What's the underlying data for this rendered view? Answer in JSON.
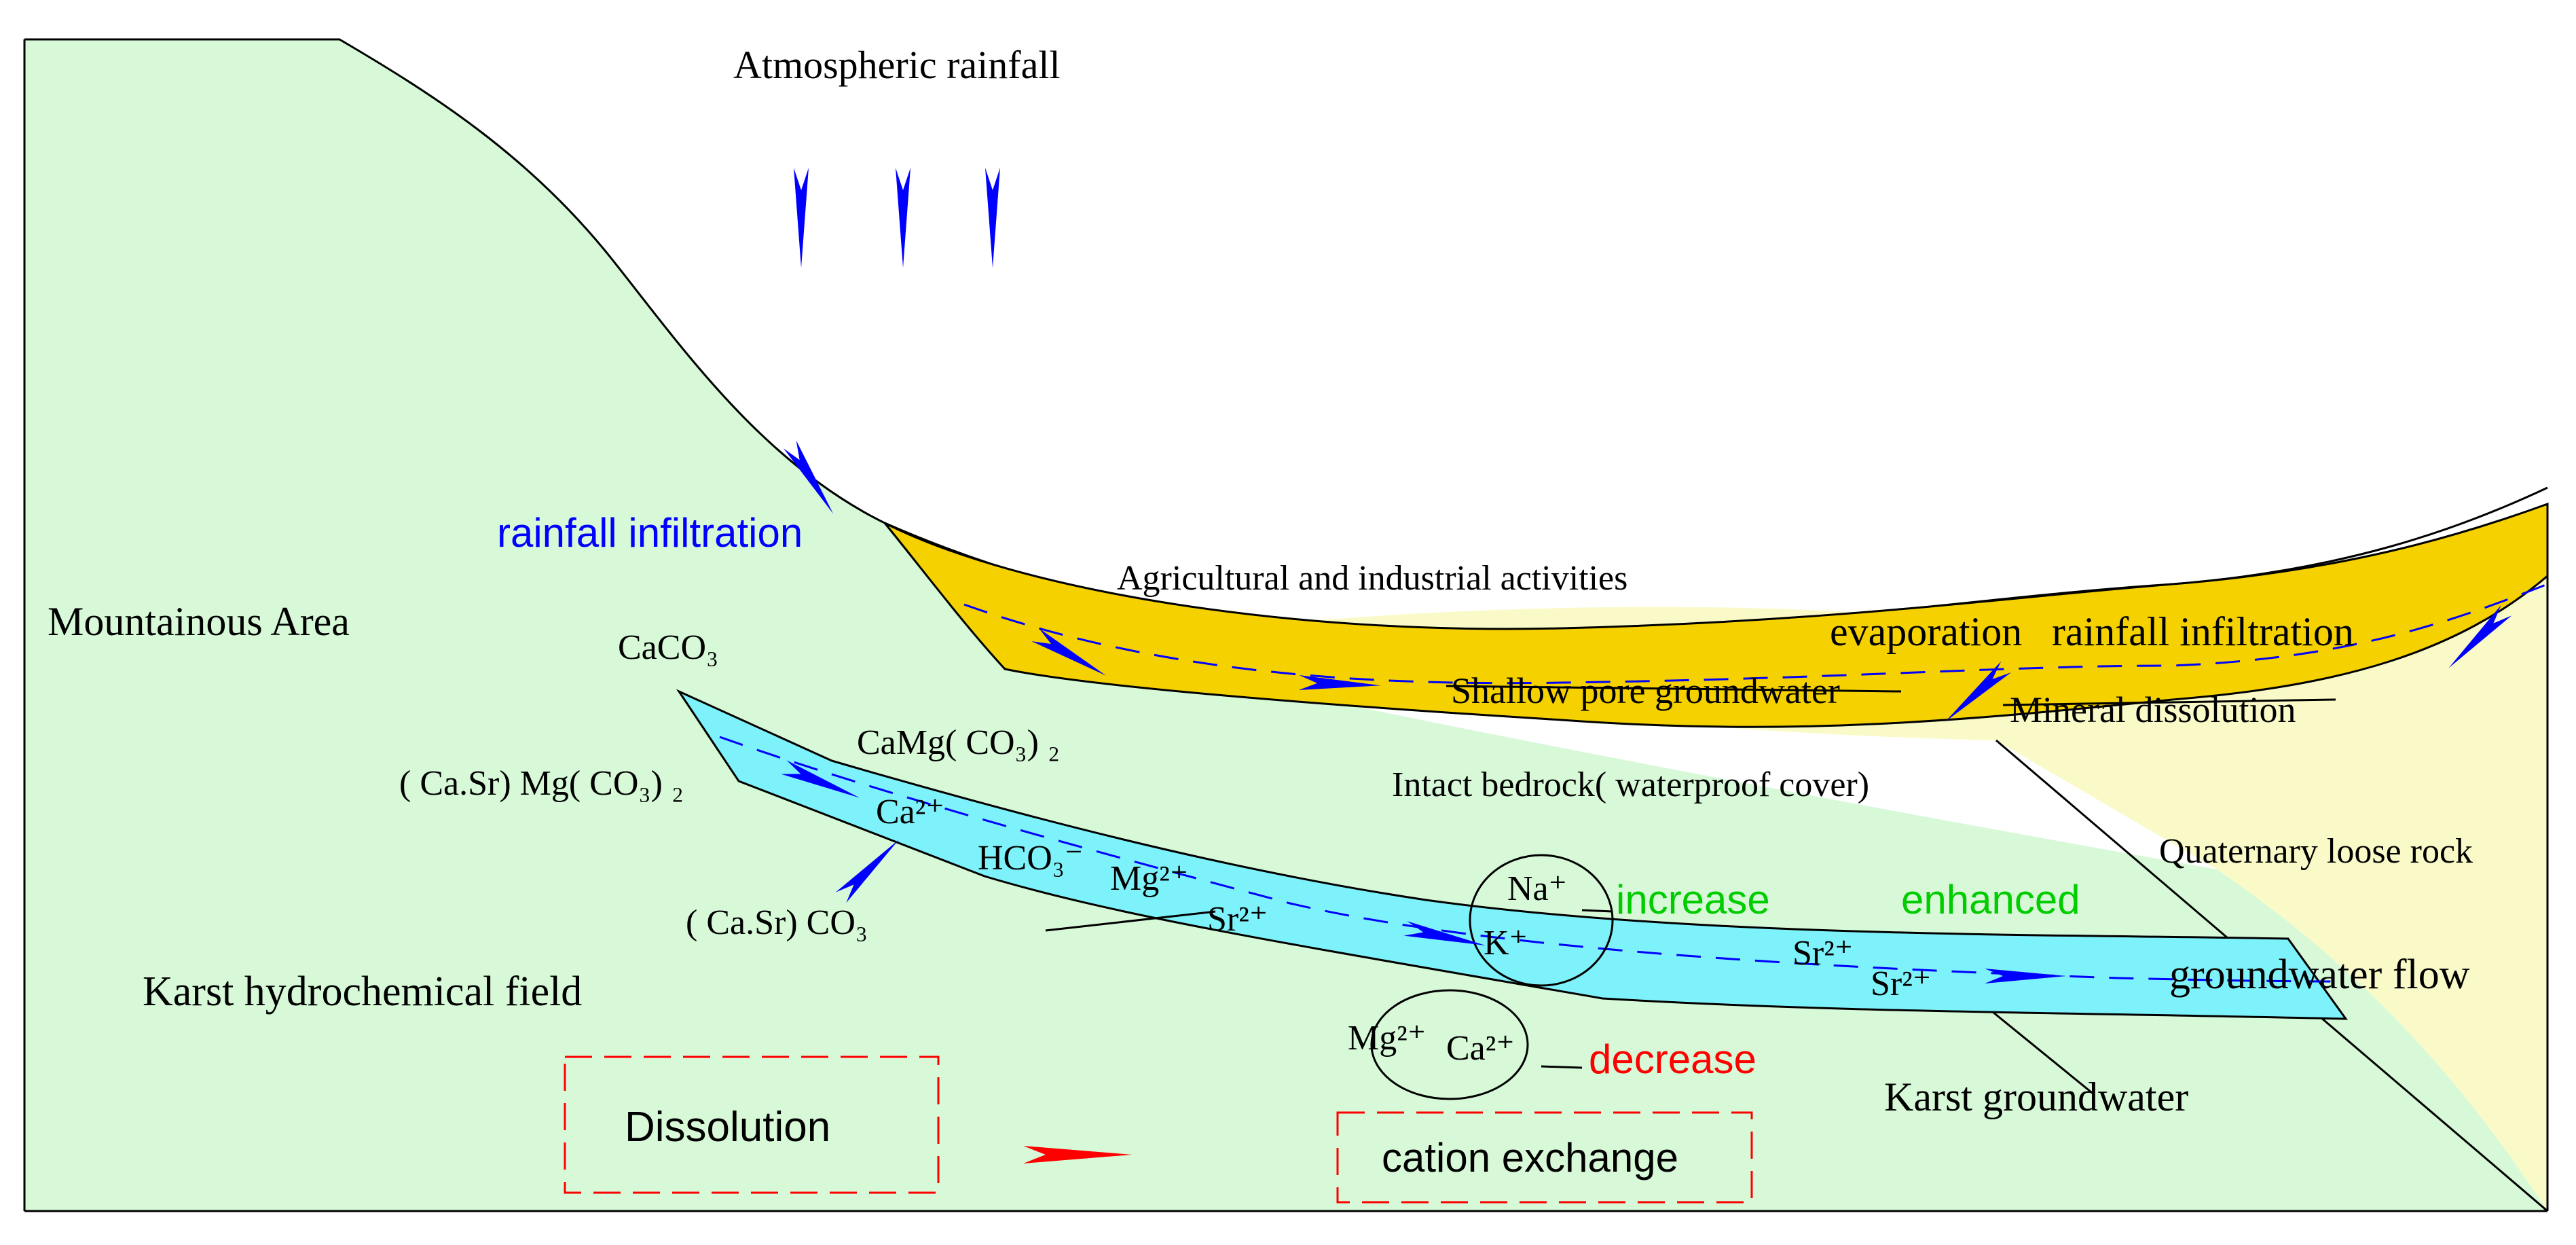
{
  "colors": {
    "mountain": "#d7f9d8",
    "quaternary": "#fafac8",
    "shallow_aquifer": "#f5d100",
    "karst_aquifer": "#7ef2fa",
    "arrow_blue": "#0000ff",
    "arrow_red": "#ff0000",
    "label_blue": "#0000ff",
    "label_green": "#00cc00",
    "label_red": "#ff0000",
    "outline": "#000000"
  },
  "labels": {
    "atmospheric_rainfall": "Atmospheric rainfall",
    "rainfall_infiltration_left": "rainfall infiltration",
    "mountainous_area": "Mountainous Area",
    "agri_industrial": "Agricultural and industrial activities",
    "evaporation": "evaporation",
    "rainfall_infiltration_right": "rainfall infiltration",
    "shallow_pore_groundwater": "Shallow pore groundwater",
    "mineral_dissolution": "Mineral dissolution",
    "intact_bedrock": "Intact bedrock( waterproof cover)",
    "quaternary_loose_rock": "Quaternary loose rock",
    "increase": "increase",
    "enhanced": "enhanced",
    "groundwater_flow": "groundwater flow",
    "decrease": "decrease",
    "karst_groundwater": "Karst groundwater",
    "karst_hydrochemical_field": "Karst hydrochemical field"
  },
  "minerals": {
    "calcite": "CaCO₃",
    "dolomite": "CaMg( CO₃) ₂",
    "sr_dolomite": "( Ca.Sr) Mg( CO₃) ₂",
    "sr_calcite": "( Ca.Sr) CO₃"
  },
  "ions": {
    "ca_left": "Ca²⁺",
    "hco3": "HCO₃⁻",
    "mg_left": "Mg²⁺",
    "sr_left": "Sr²⁺",
    "na": "Na⁺",
    "k": "K⁺",
    "sr_right_upper": "Sr²⁺",
    "sr_right_lower": "Sr²⁺",
    "mg_lower": "Mg²⁺",
    "ca_lower": "Ca²⁺"
  },
  "legend": {
    "dissolution": "Dissolution",
    "cation_exchange": "cation exchange"
  }
}
